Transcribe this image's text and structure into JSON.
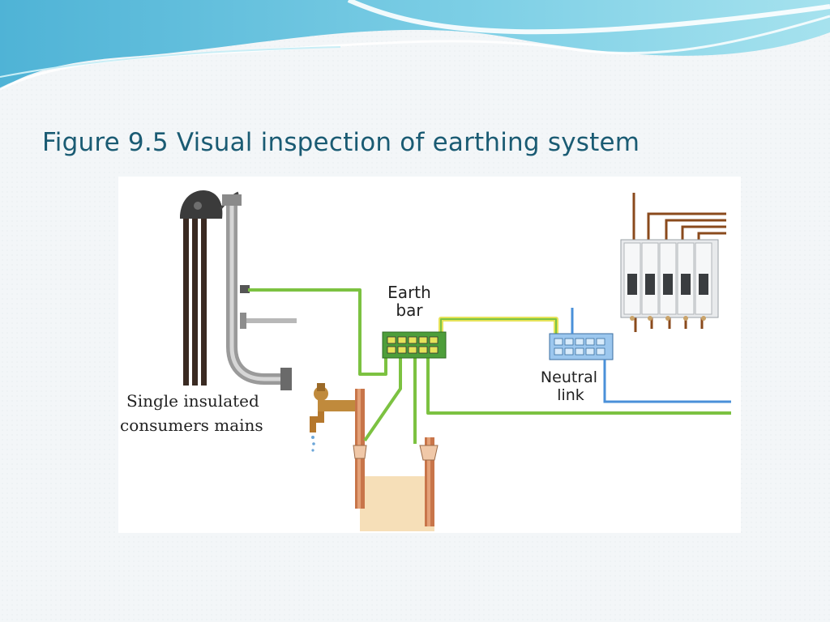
{
  "slide": {
    "title": "Figure 9.5 Visual inspection of earthing system"
  },
  "diagram": {
    "labels": {
      "earth_bar_line1": "Earth",
      "earth_bar_line2": "bar",
      "neutral_link_line1": "Neutral",
      "neutral_link_line2": "link",
      "mains_line1": "Single insulated",
      "mains_line2": "consumers mains"
    },
    "colors": {
      "earth_wire_green": "#7cc241",
      "earth_wire_yellow": "#e6e35a",
      "neutral_blue": "#4a90d9",
      "copper": "#c8754a",
      "brown_live": "#8a4a1c",
      "earth_bar_green": "#4d9e3a",
      "neutral_link_blue": "#9cc7ee",
      "theme_teal": "#1a5b73"
    }
  }
}
